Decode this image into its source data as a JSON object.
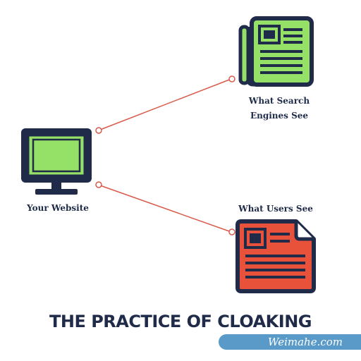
{
  "diagram": {
    "nodes": {
      "website": {
        "label": "Your Website",
        "icon": "monitor-icon",
        "fill": "#95e067"
      },
      "search_engines": {
        "label_line1": "What Search",
        "label_line2": "Engines See",
        "icon": "newspaper-icon",
        "fill": "#95e067"
      },
      "users": {
        "label": "What Users See",
        "icon": "document-icon",
        "fill": "#e8513a"
      }
    },
    "edges": [
      {
        "from": "website",
        "to": "search_engines"
      },
      {
        "from": "website",
        "to": "users"
      }
    ],
    "title": "THE PRACTICE OF CLOAKING"
  },
  "watermark": {
    "text": "Weimahe.com"
  },
  "colors": {
    "outline": "#1f2b48",
    "green": "#95e067",
    "red": "#e8513a",
    "connector": "#d85a4a",
    "watermark_bar": "#5a9ac9"
  }
}
